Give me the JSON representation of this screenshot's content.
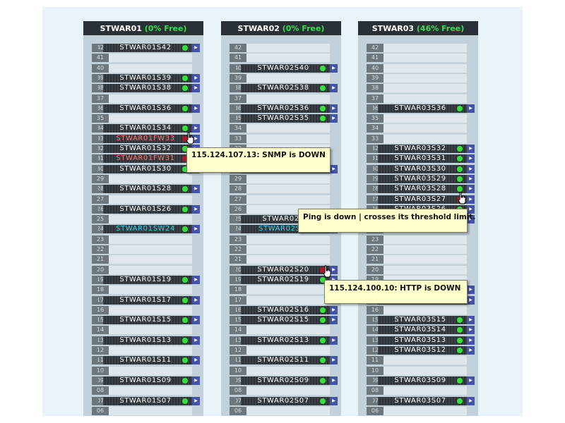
{
  "racks": [
    {
      "name": "STWAR01",
      "free": "(0% Free)",
      "servers": [
        {
          "slot": 42,
          "label": "STWAR01S42",
          "status": "up"
        },
        {
          "slot": 39,
          "label": "STWAR01S39",
          "status": "up"
        },
        {
          "slot": 38,
          "label": "STWAR01S38",
          "status": "up"
        },
        {
          "slot": 36,
          "label": "STWAR01S36",
          "status": "up"
        },
        {
          "slot": 34,
          "label": "STWAR01S34",
          "status": "up"
        },
        {
          "slot": 33,
          "label": "STWAR01FW33",
          "status": "down",
          "color": "red"
        },
        {
          "slot": 32,
          "label": "STWAR01S32",
          "status": "up"
        },
        {
          "slot": 31,
          "label": "STWAR01FW31",
          "status": "down",
          "color": "red"
        },
        {
          "slot": 30,
          "label": "STWAR01S30",
          "status": "up"
        },
        {
          "slot": 28,
          "label": "STWAR01S28",
          "status": "up"
        },
        {
          "slot": 26,
          "label": "STWAR01S26",
          "status": "up"
        },
        {
          "slot": 24,
          "label": "STWAR01SW24",
          "status": "up",
          "color": "cyan"
        },
        {
          "slot": 19,
          "label": "STWAR01S19",
          "status": "up"
        },
        {
          "slot": 17,
          "label": "STWAR01S17",
          "status": "up"
        },
        {
          "slot": 15,
          "label": "STWAR01S15",
          "status": "up"
        },
        {
          "slot": 13,
          "label": "STWAR01S13",
          "status": "up"
        },
        {
          "slot": 11,
          "label": "STWAR01S11",
          "status": "up"
        },
        {
          "slot": 9,
          "label": "STWAR01S09",
          "status": "up"
        },
        {
          "slot": 7,
          "label": "STWAR01S07",
          "status": "up"
        }
      ]
    },
    {
      "name": "STWAR02",
      "free": "(0% Free)",
      "servers": [
        {
          "slot": 40,
          "label": "STWAR02S40",
          "status": "up"
        },
        {
          "slot": 38,
          "label": "STWAR02S38",
          "status": "up"
        },
        {
          "slot": 36,
          "label": "STWAR02S36",
          "status": "up"
        },
        {
          "slot": 35,
          "label": "STWAR02S35",
          "status": "up"
        },
        {
          "slot": 30,
          "label": "",
          "status": "up"
        },
        {
          "slot": 25,
          "label": "STWAR02S",
          "status": "up"
        },
        {
          "slot": 24,
          "label": "STWAR02SW",
          "status": "up",
          "color": "cyan"
        },
        {
          "slot": 20,
          "label": "STWAR02S20",
          "status": "down"
        },
        {
          "slot": 19,
          "label": "STWAR02S19",
          "status": "up"
        },
        {
          "slot": 16,
          "label": "STWAR02S16",
          "status": "up"
        },
        {
          "slot": 15,
          "label": "STWAR02S15",
          "status": "up"
        },
        {
          "slot": 13,
          "label": "STWAR02S13",
          "status": "up"
        },
        {
          "slot": 11,
          "label": "STWAR02S11",
          "status": "up"
        },
        {
          "slot": 9,
          "label": "STWAR02S09",
          "status": "up"
        },
        {
          "slot": 7,
          "label": "STWAR02S07",
          "status": "up"
        }
      ]
    },
    {
      "name": "STWAR03",
      "free": "(46% Free)",
      "servers": [
        {
          "slot": 36,
          "label": "STWAR03S36",
          "status": "up"
        },
        {
          "slot": 32,
          "label": "STWAR03S32",
          "status": "up"
        },
        {
          "slot": 31,
          "label": "STWAR03S31",
          "status": "up"
        },
        {
          "slot": 30,
          "label": "STWAR03S30",
          "status": "up"
        },
        {
          "slot": 29,
          "label": "STWAR03S29",
          "status": "up"
        },
        {
          "slot": 28,
          "label": "STWAR03S28",
          "status": "up"
        },
        {
          "slot": 27,
          "label": "STWAR03S27",
          "status": "down"
        },
        {
          "slot": 26,
          "label": "STWAR03S26",
          "status": "up"
        },
        {
          "slot": 25,
          "label": "",
          "status": "up"
        },
        {
          "slot": 18,
          "label": "",
          "status": "up"
        },
        {
          "slot": 17,
          "label": "",
          "status": "up"
        },
        {
          "slot": 15,
          "label": "STWAR03S15",
          "status": "up"
        },
        {
          "slot": 14,
          "label": "STWAR03S14",
          "status": "up"
        },
        {
          "slot": 13,
          "label": "STWAR03S13",
          "status": "up"
        },
        {
          "slot": 12,
          "label": "STWAR03S12",
          "status": "up"
        },
        {
          "slot": 9,
          "label": "STWAR03S09",
          "status": "up"
        },
        {
          "slot": 7,
          "label": "STWAR03S07",
          "status": "up"
        }
      ]
    }
  ],
  "tooltips": {
    "snmp": "115.124.107.13: SNMP is DOWN",
    "ping": "Ping is down | crosses its threshold limit.",
    "http": "115.124.100.10: HTTP is DOWN"
  },
  "colors": {
    "up": "#35e23b",
    "down": "#b0152a",
    "free_text": "#2ee24a"
  }
}
